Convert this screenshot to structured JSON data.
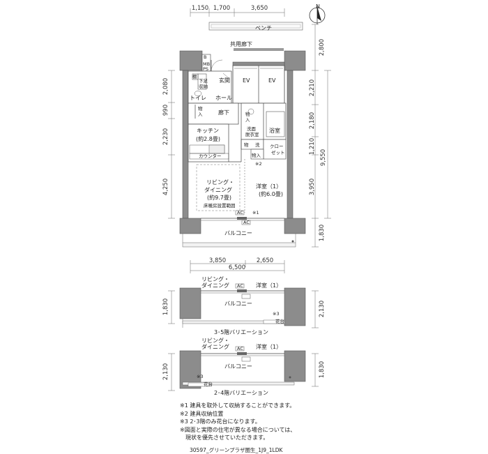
{
  "compass": {
    "north_label": "N"
  },
  "top_dims": {
    "a": "1,150",
    "b": "1,700",
    "c": "3,650"
  },
  "right_dims": {
    "d1": "2,800",
    "d2": "2,210",
    "d3": "2,180",
    "d4": "1,210",
    "d5": "3,950",
    "d6": "1,830",
    "total": "9,550"
  },
  "left_dims": {
    "l1": "2,080",
    "l2": "990",
    "l3": "2,230",
    "l4": "4,250"
  },
  "bottom_dims": {
    "b1": "3,850",
    "b2": "2,650",
    "total": "6,500"
  },
  "labels": {
    "bench": "ベンチ",
    "corridor": "共用廊下",
    "ev1": "EV",
    "ev2": "EV",
    "b": "B",
    "mb": "MB",
    "ps": "PS",
    "tana": "棚",
    "genkan": "玄関",
    "shoes": "下足\n収納",
    "toilet": "トイレ",
    "hall": "ホール",
    "mono1": "物\n入",
    "rouka": "廊下",
    "mono2": "物\n入",
    "senmen": "洗面\n脱衣室",
    "bath": "浴室",
    "kitchen": "キッチン",
    "kitchen_size": "(約2.8畳)",
    "mono3": "物",
    "sen": "洗",
    "closet": "クロー\nゼット",
    "counter": "カウンター",
    "mono4": "物入",
    "mark2": "※2",
    "living": "リビング・",
    "dining": "ダイニング",
    "living_size": "(約9.7畳)",
    "floor_heat": "床暖房設置範囲",
    "western": "洋室（1）",
    "western_size": "(約6.0畳)",
    "ac": "AC",
    "mark1": "※1",
    "balcony": "バルコニー"
  },
  "variation1": {
    "living": "リビング・",
    "dining": "ダイニング",
    "western": "洋室（1）",
    "balcony": "バルコニー",
    "mark": "※3",
    "flower": "花台",
    "left_dim": "1,830",
    "right_dim": "2,130",
    "caption": "3･5階バリエーション"
  },
  "variation2": {
    "living": "リビング・",
    "dining": "ダイニング",
    "western": "洋室（1）",
    "balcony": "バルコニー",
    "mark": "※3",
    "flower": "花台",
    "left_dim": "2,130",
    "right_dim": "1,830",
    "caption": "2･4階バリエーション"
  },
  "notes": [
    "※1 建具を取外して収納することができます。",
    "※2 建具収納位置",
    "※3 2･3階のみ花台になります。",
    "※図面と実際の住宅が異なる場合については、",
    "　現状を優先させていただきます。"
  ],
  "footer": "30597_グリーンプラザ圏生_1J9_1LDK"
}
